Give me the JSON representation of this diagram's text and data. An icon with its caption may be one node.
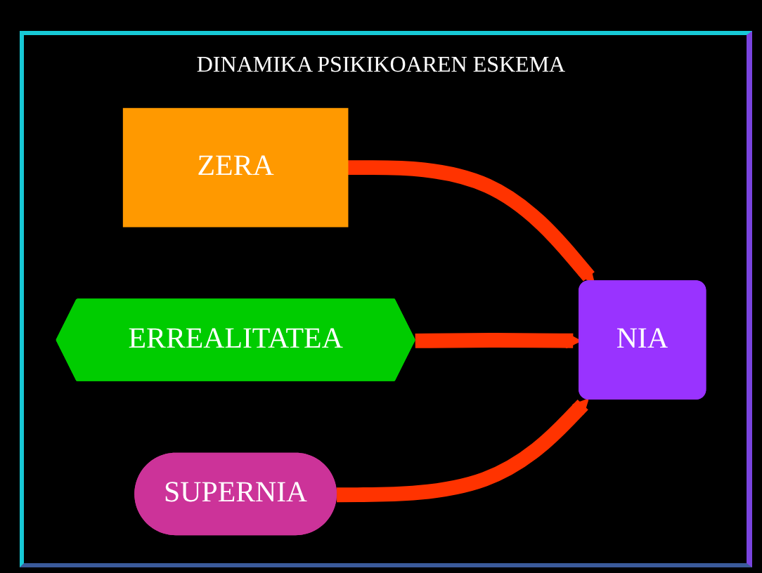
{
  "diagram": {
    "title": "DINAMIKA PSIKIKOAREN ESKEMA",
    "nodes": [
      {
        "text": [
          "ZERA"
        ]
      },
      {
        "text": [
          "ERREALITATEA"
        ]
      },
      {
        "text": [
          "NIA"
        ]
      },
      {
        "text": [
          "SUPERNIA"
        ]
      }
    ],
    "edges": [
      {
        "from": 0,
        "to": 2,
        "arrow": "to"
      },
      {
        "from": 1,
        "to": 2,
        "arrow": "to"
      },
      {
        "from": 3,
        "to": 2,
        "arrow": "to"
      }
    ]
  }
}
